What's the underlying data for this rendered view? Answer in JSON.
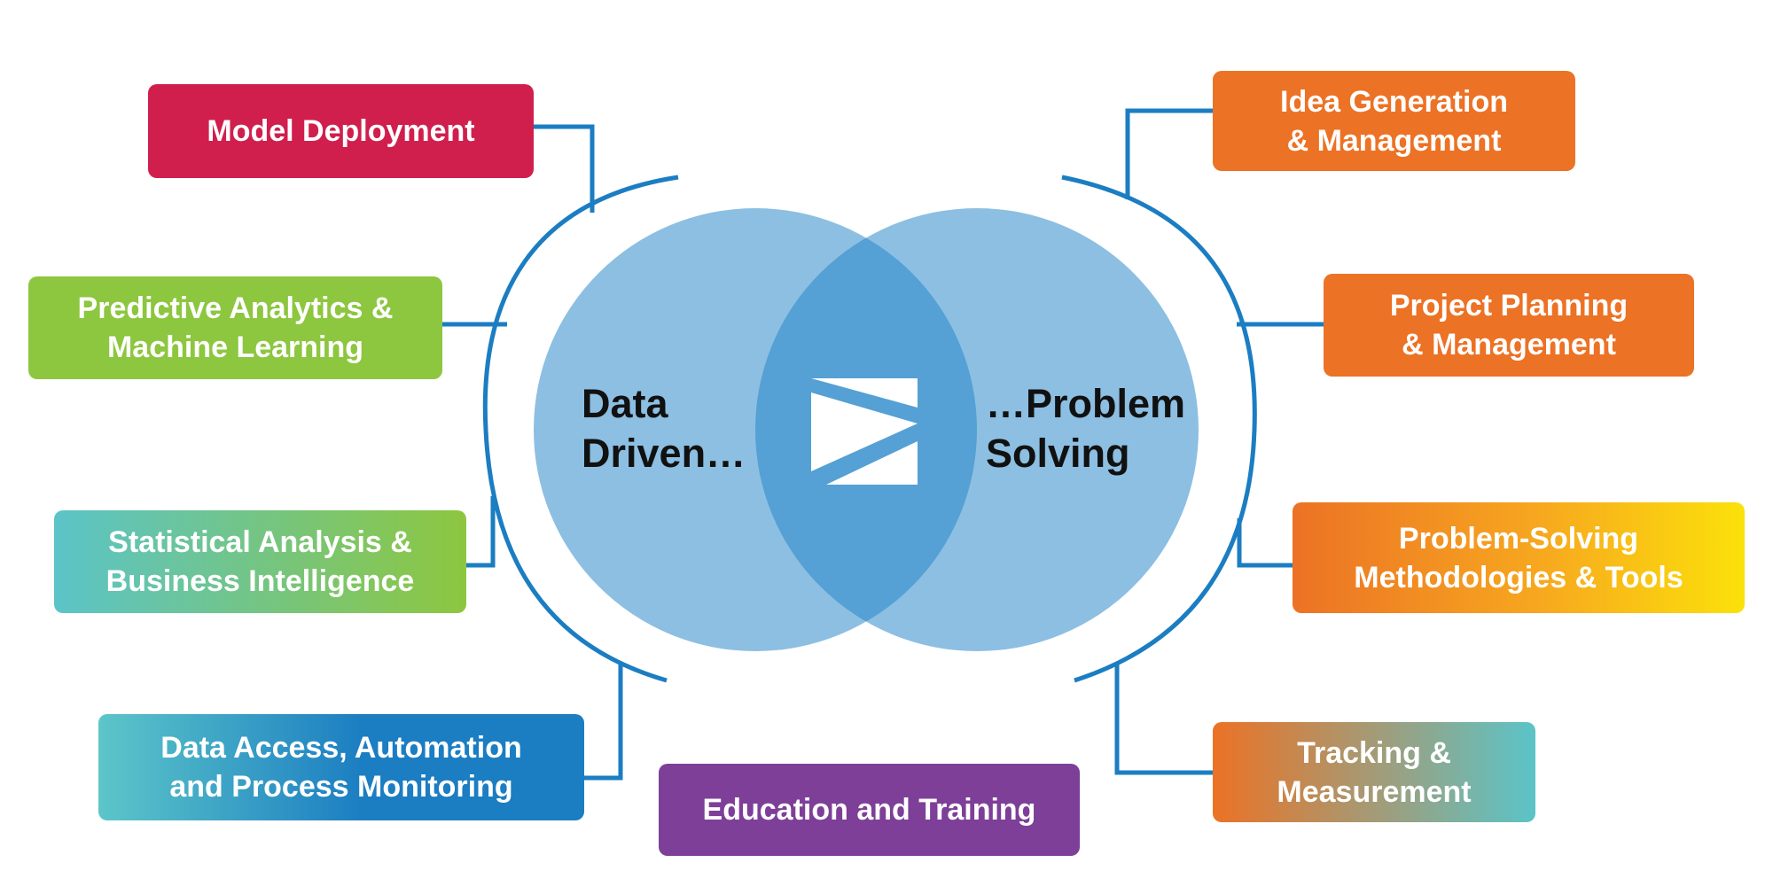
{
  "colors": {
    "circle": "#8CBFE2",
    "overlap": "#55A0D4",
    "connector": "#1B7DC2",
    "text_dark": "#111111",
    "box_text": "#ffffff"
  },
  "center": {
    "left_label": {
      "line1": "Data",
      "line2": "Driven…"
    },
    "right_label": {
      "line1": "…Problem",
      "line2": "Solving"
    },
    "symbol_icon": "greater-than-or-equal-icon"
  },
  "boxes": {
    "model_deployment": {
      "line1": "Model Deployment",
      "line2": "",
      "background": "#D01F4D"
    },
    "predictive": {
      "line1": "Predictive Analytics &",
      "line2": "Machine Learning",
      "background": "#8DC63F"
    },
    "statistical": {
      "line1": "Statistical Analysis &",
      "line2": "Business Intelligence",
      "background": "linear-gradient(90deg, #5BC4C8 0%, #8DC63F 100%)"
    },
    "data_access": {
      "line1": "Data Access, Automation",
      "line2": "and Process Monitoring",
      "background": "linear-gradient(90deg, #5CC6C9 0%, #1B7DC2 55%, #1B7DC2 100%)"
    },
    "education": {
      "line1": "Education and Training",
      "line2": "",
      "background": "#7D3F98"
    },
    "idea": {
      "line1": "Idea Generation",
      "line2": "& Management",
      "background": "#EC7225"
    },
    "project": {
      "line1": "Project Planning",
      "line2": "& Management",
      "background": "#EC7225"
    },
    "problem_solving": {
      "line1": "Problem-Solving",
      "line2": "Methodologies & Tools",
      "background": "linear-gradient(90deg, #EC7225 0%, #F7A81F 55%, #FBE10A 100%)"
    },
    "tracking": {
      "line1": "Tracking &",
      "line2": "Measurement",
      "background": "linear-gradient(90deg, #EC7225 0%, #5BC4C8 100%)"
    }
  }
}
